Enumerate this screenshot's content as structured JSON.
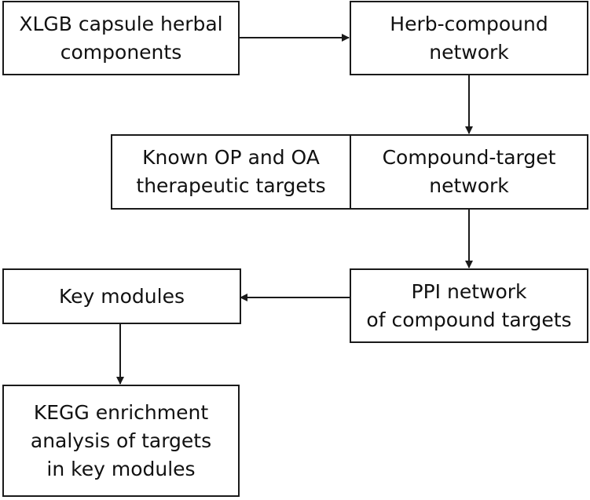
{
  "diagram": {
    "nodes": {
      "xlgb": {
        "lines": [
          "XLGB capsule herbal",
          "components"
        ]
      },
      "herb_compound": {
        "lines": [
          "Herb-compound",
          "network"
        ]
      },
      "known_targets": {
        "lines": [
          "Known OP and OA",
          "therapeutic targets"
        ]
      },
      "compound_target": {
        "lines": [
          "Compound-target",
          "network"
        ]
      },
      "ppi": {
        "lines": [
          "PPI network",
          "of compound targets"
        ]
      },
      "key_modules": {
        "lines": [
          "Key modules"
        ]
      },
      "kegg": {
        "lines": [
          "KEGG enrichment",
          "analysis of targets",
          "in key modules"
        ]
      }
    },
    "edges": [
      {
        "from": "xlgb",
        "to": "herb_compound"
      },
      {
        "from": "herb_compound",
        "to": "compound_target"
      },
      {
        "from": "compound_target",
        "to": "ppi"
      },
      {
        "from": "ppi",
        "to": "key_modules"
      },
      {
        "from": "key_modules",
        "to": "kegg"
      }
    ]
  }
}
